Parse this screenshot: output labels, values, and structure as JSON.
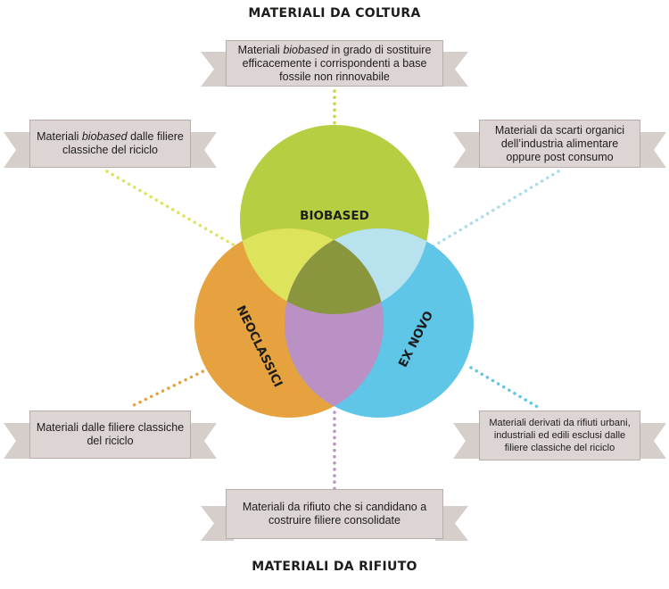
{
  "headings": {
    "top": "MATERIALI DA COLTURA",
    "bottom": "MATERIALI DA RIFIUTO"
  },
  "circles": {
    "biobased": {
      "label": "BIOBASED",
      "color": "#b6cf42"
    },
    "neoclassici": {
      "label": "NEOCLASSICI",
      "color": "#e6a23f"
    },
    "exnovo": {
      "label": "EX NOVO",
      "color": "#5fc6e8"
    }
  },
  "overlaps": {
    "biobased_neoclassici": "#dde35a",
    "biobased_exnovo": "#b8e2ee",
    "neoclassici_exnovo": "#b991c4",
    "center": "#8a963d"
  },
  "callouts": {
    "top": {
      "pre": "Materiali ",
      "em": "biobased",
      "post": " in grado di sostituire efficacemente i corrispondenti a base fossile non rinnovabile"
    },
    "upper_left": {
      "pre": "Materiali ",
      "em": "biobased",
      "post": " dalle filiere classiche del riciclo"
    },
    "upper_right": {
      "text": "Materiali da scarti organici dell’industria alimentare oppure post consumo"
    },
    "lower_left": {
      "text": "Materiali dalle filiere classiche del riciclo"
    },
    "lower_right": {
      "text": "Materiali derivati da rifiuti urbani, industriali ed edili esclusi dalle filiere classiche del riciclo"
    },
    "bottom": {
      "text": "Materiali da rifiuto che si candidano a costruire filiere consolidate"
    }
  },
  "connector_colors": {
    "top": "#c8d43f",
    "upper_left": "#dde35a",
    "upper_right": "#a9dcec",
    "lower_left": "#e6a23f",
    "lower_right": "#5fc6e8",
    "bottom": "#b991c4"
  },
  "ribbon_color": "#d6cecb"
}
